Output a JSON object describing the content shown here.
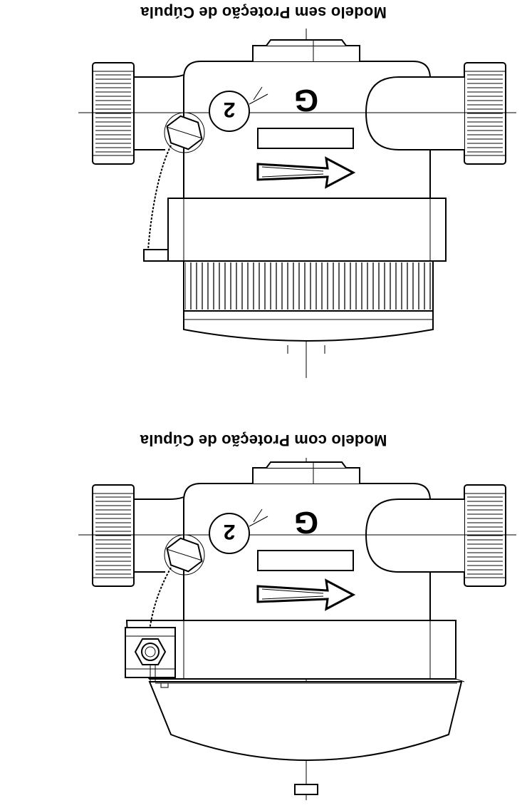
{
  "drawing": {
    "captions": {
      "without_dome_protection": "Modelo sem Proteção de Cúpula",
      "with_dome_protection": "Modelo com Proteção de Cúpula"
    },
    "dial_digit": "2",
    "body_mark": "G",
    "line_color": "#000000",
    "background_color": "#ffffff"
  }
}
